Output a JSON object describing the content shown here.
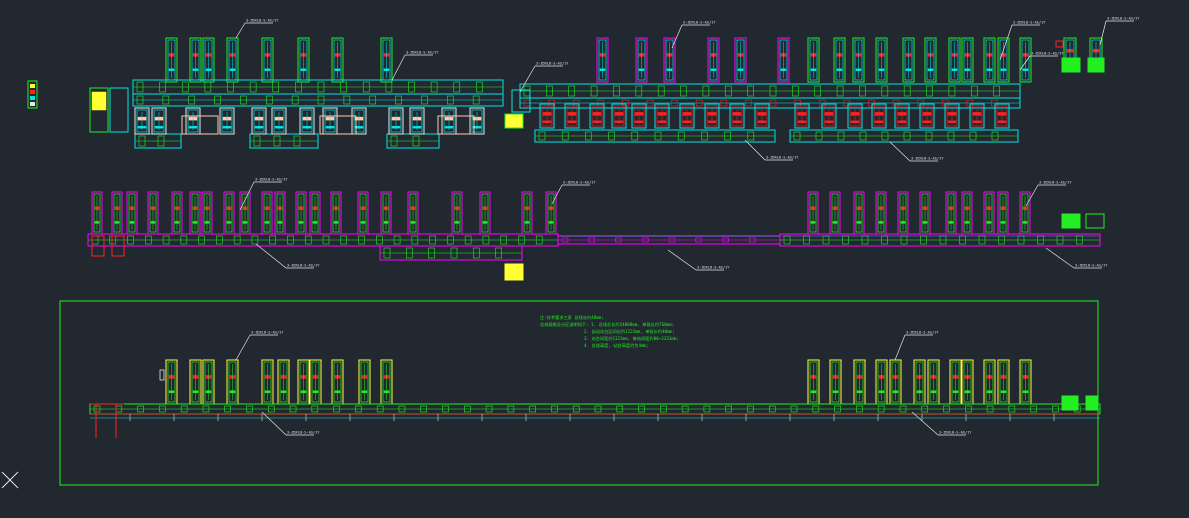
{
  "viewport": {
    "background": "#212830"
  },
  "colors": {
    "green": "#22ee22",
    "cyan": "#00e6e6",
    "magenta": "#ff00ff",
    "red": "#ff2020",
    "yellow": "#ffff33",
    "blue": "#4aa0ff",
    "white": "#e6e6e6",
    "peach": "#ffccaa"
  },
  "layout_rows": [
    {
      "id": "row-1",
      "callouts": [
        "3-ZDXL8-S-AS/1Y",
        "3-ZDXL8-S-AS/1Y",
        "3-ZDXL8-S-AS/1Y",
        "3-ZDXL8-S-AS/1Y",
        "3-ZDXL8-S-AS/1Y",
        "3-ZDXL8-S-AS/1Y",
        "3-ZDXL8-S-AS/1Y",
        "3-ZDXL8-S-AS/1Y"
      ]
    },
    {
      "id": "row-2",
      "callouts": [
        "3-ZDXL8-S-AS/1Y",
        "3-ZDXL8-S-AS/1Y",
        "3-ZDXL8-S-AS/1Y",
        "3-ZDXL8-S-AS/1Y",
        "3-ZDXL8-S-AS/1Y",
        "3-ZDXL8-S-AS/1Y"
      ]
    },
    {
      "id": "row-3",
      "callouts": [
        "3-ZDXL8-S-AS/1Y",
        "3-ZDXL8-S-AS/1Y",
        "3-ZDXL8-S-AS/1Y",
        "3-ZDXL8-S-AS/1Y"
      ],
      "notes": [
        "注:技术要求三条 总线长约48mm;",
        "总线规格及分区说明如下: 1. 总线总长约54000mm, 单段长约760mm;",
        "2. 自动站台区间长约1223mm, 单段长约40mm;",
        "3. 站台间距约1323mm, 每站间距约80~3333mm;",
        "4. 总线高度, 站台高度约为4mm;"
      ]
    }
  ]
}
